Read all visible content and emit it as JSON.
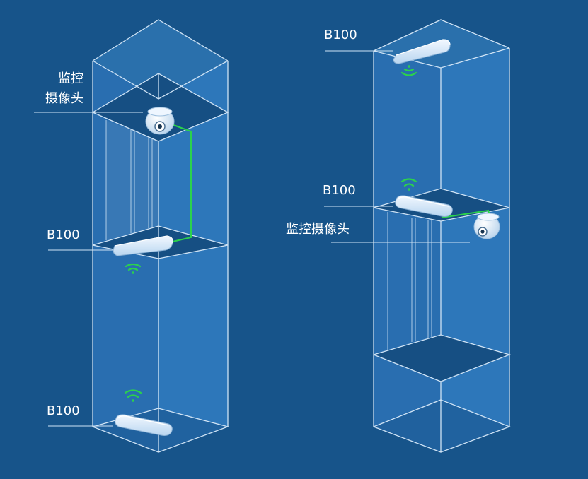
{
  "colors": {
    "background": "#17548a",
    "shaft_fill": "#2f78bd",
    "edge": "#cfe3f5",
    "floor": "#164f83",
    "cable": "#2bd24c",
    "wifi": "#2bd24c",
    "device": "#dcecfb"
  },
  "left_shaft": {
    "camera_label_line1": "监控",
    "camera_label_line2": "摄像头",
    "b100_middle_label": "B100",
    "b100_bottom_label": "B100"
  },
  "right_shaft": {
    "b100_top_label": "B100",
    "b100_middle_label": "B100",
    "camera_label": "监控摄像头"
  },
  "icons": [
    "camera-icon",
    "b100-device-icon",
    "wifi-signal-icon"
  ]
}
